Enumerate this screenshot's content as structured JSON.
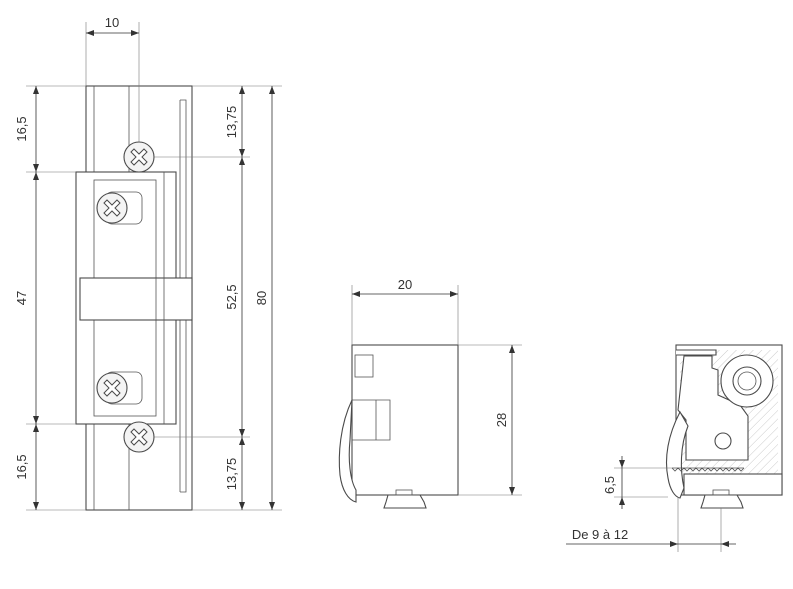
{
  "dimensions": {
    "top_width": "10",
    "left_top": "16,5",
    "left_middle": "47",
    "left_bottom": "16,5",
    "right_top": "13,75",
    "right_middle": "52,5",
    "right_bottom": "13,75",
    "overall_height": "80",
    "side_width": "20",
    "side_height": "28",
    "detail_height": "6,5",
    "detail_range": "De 9 à 12"
  }
}
